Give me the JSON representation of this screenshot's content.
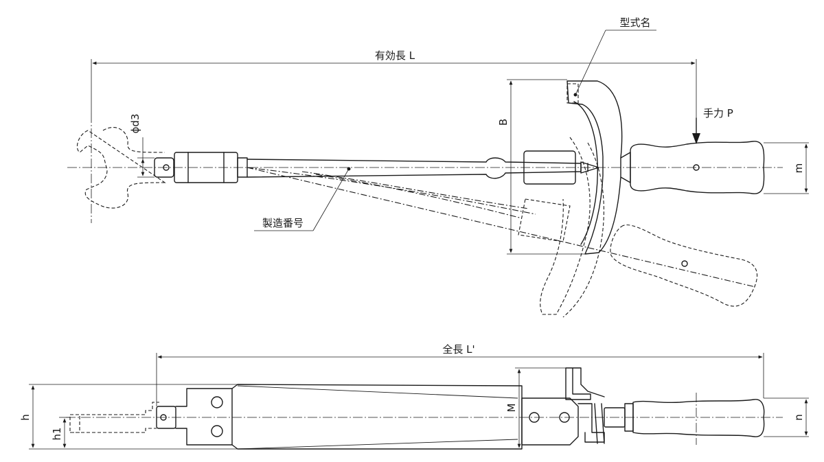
{
  "labels": {
    "effective_length": "有効長 L",
    "model_name": "型式名",
    "serial_number": "製造番号",
    "hand_force": "手力 P",
    "total_length": "全長 L'",
    "dim_B": "B",
    "dim_m": "m",
    "dim_d3": "ϕd3",
    "dim_M": "M",
    "dim_h": "h",
    "dim_h1": "h1",
    "dim_n": "n"
  }
}
